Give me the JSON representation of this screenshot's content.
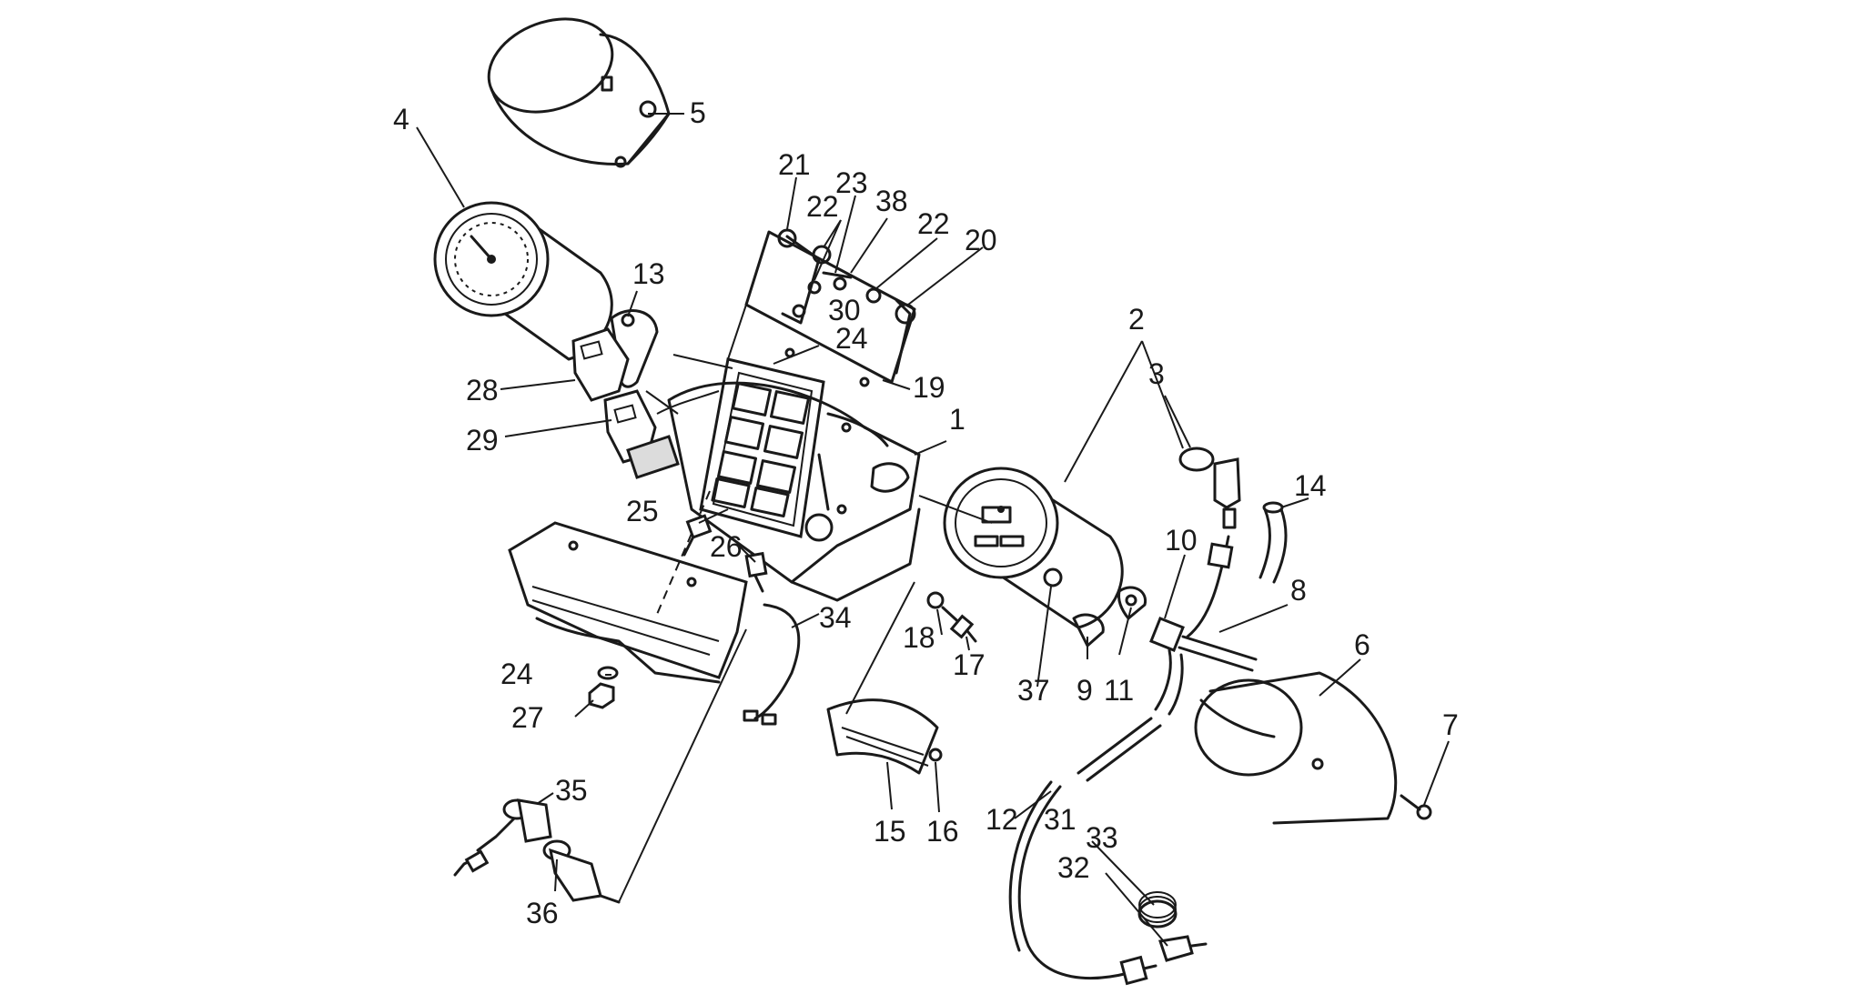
{
  "diagram": {
    "callouts": [
      {
        "id": "1",
        "label": "1"
      },
      {
        "id": "2",
        "label": "2"
      },
      {
        "id": "3",
        "label": "3"
      },
      {
        "id": "4",
        "label": "4"
      },
      {
        "id": "5",
        "label": "5"
      },
      {
        "id": "6",
        "label": "6"
      },
      {
        "id": "7",
        "label": "7"
      },
      {
        "id": "8",
        "label": "8"
      },
      {
        "id": "9",
        "label": "9"
      },
      {
        "id": "10",
        "label": "10"
      },
      {
        "id": "11",
        "label": "11"
      },
      {
        "id": "12",
        "label": "12"
      },
      {
        "id": "13",
        "label": "13"
      },
      {
        "id": "14",
        "label": "14"
      },
      {
        "id": "15",
        "label": "15"
      },
      {
        "id": "16",
        "label": "16"
      },
      {
        "id": "17",
        "label": "17"
      },
      {
        "id": "18",
        "label": "18"
      },
      {
        "id": "19",
        "label": "19"
      },
      {
        "id": "20",
        "label": "20"
      },
      {
        "id": "21",
        "label": "21"
      },
      {
        "id": "22a",
        "label": "22"
      },
      {
        "id": "22b",
        "label": "22"
      },
      {
        "id": "23",
        "label": "23"
      },
      {
        "id": "24a",
        "label": "24"
      },
      {
        "id": "24b",
        "label": "24"
      },
      {
        "id": "25",
        "label": "25"
      },
      {
        "id": "26",
        "label": "26"
      },
      {
        "id": "27",
        "label": "27"
      },
      {
        "id": "28",
        "label": "28"
      },
      {
        "id": "29",
        "label": "29"
      },
      {
        "id": "30",
        "label": "30"
      },
      {
        "id": "31",
        "label": "31"
      },
      {
        "id": "32",
        "label": "32"
      },
      {
        "id": "33",
        "label": "33"
      },
      {
        "id": "34",
        "label": "34"
      },
      {
        "id": "35",
        "label": "35"
      },
      {
        "id": "36",
        "label": "36"
      },
      {
        "id": "37",
        "label": "37"
      },
      {
        "id": "38",
        "label": "38"
      }
    ],
    "colors": {
      "ink": "#1a1a1a",
      "background": "#ffffff",
      "shade": "#dcdcdc"
    }
  }
}
